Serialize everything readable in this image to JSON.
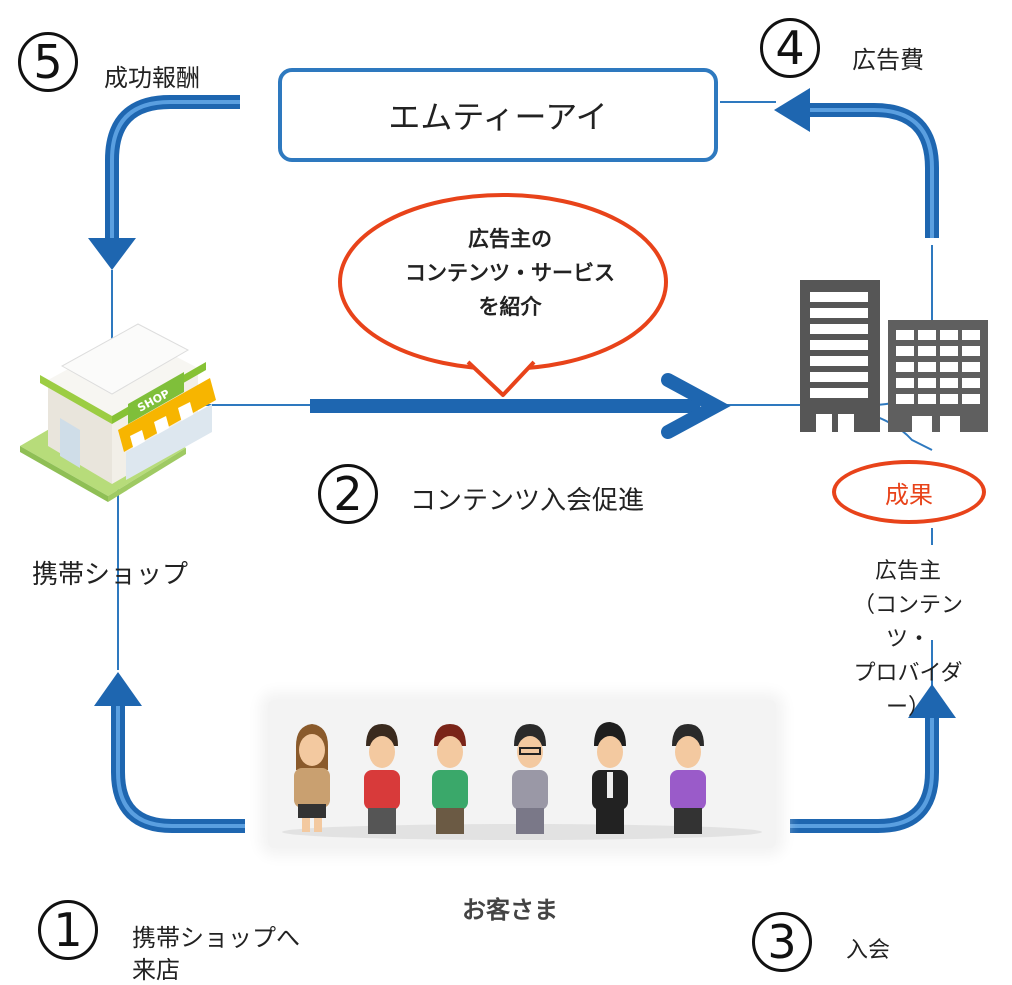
{
  "steps": {
    "s1": {
      "num": "1",
      "label_l1": "携帯ショップへ",
      "label_l2": "来店"
    },
    "s2": {
      "num": "2",
      "label": "コンテンツ入会促進"
    },
    "s3": {
      "num": "3",
      "label": "入会"
    },
    "s4": {
      "num": "4",
      "label": "広告費"
    },
    "s5": {
      "num": "5",
      "label": "成功報酬"
    }
  },
  "mti_box": "エムティーアイ",
  "bubble": {
    "l1": "広告主の",
    "l2": "コンテンツ・サービス",
    "l3": "を紹介"
  },
  "shop_label": "携帯ショップ",
  "result": "成果",
  "advertiser": {
    "l1": "広告主",
    "l2": "（コンテンツ・",
    "l3": "プロバイダー）"
  },
  "customers_label": "お客さま",
  "shop_sign": "SHOP",
  "colors": {
    "arrow": "#1e66b0",
    "line": "#2e79bf",
    "accent_red": "#e8431a"
  },
  "icons": [
    "shop-icon",
    "office-buildings-icon",
    "customer-figure-icon"
  ]
}
